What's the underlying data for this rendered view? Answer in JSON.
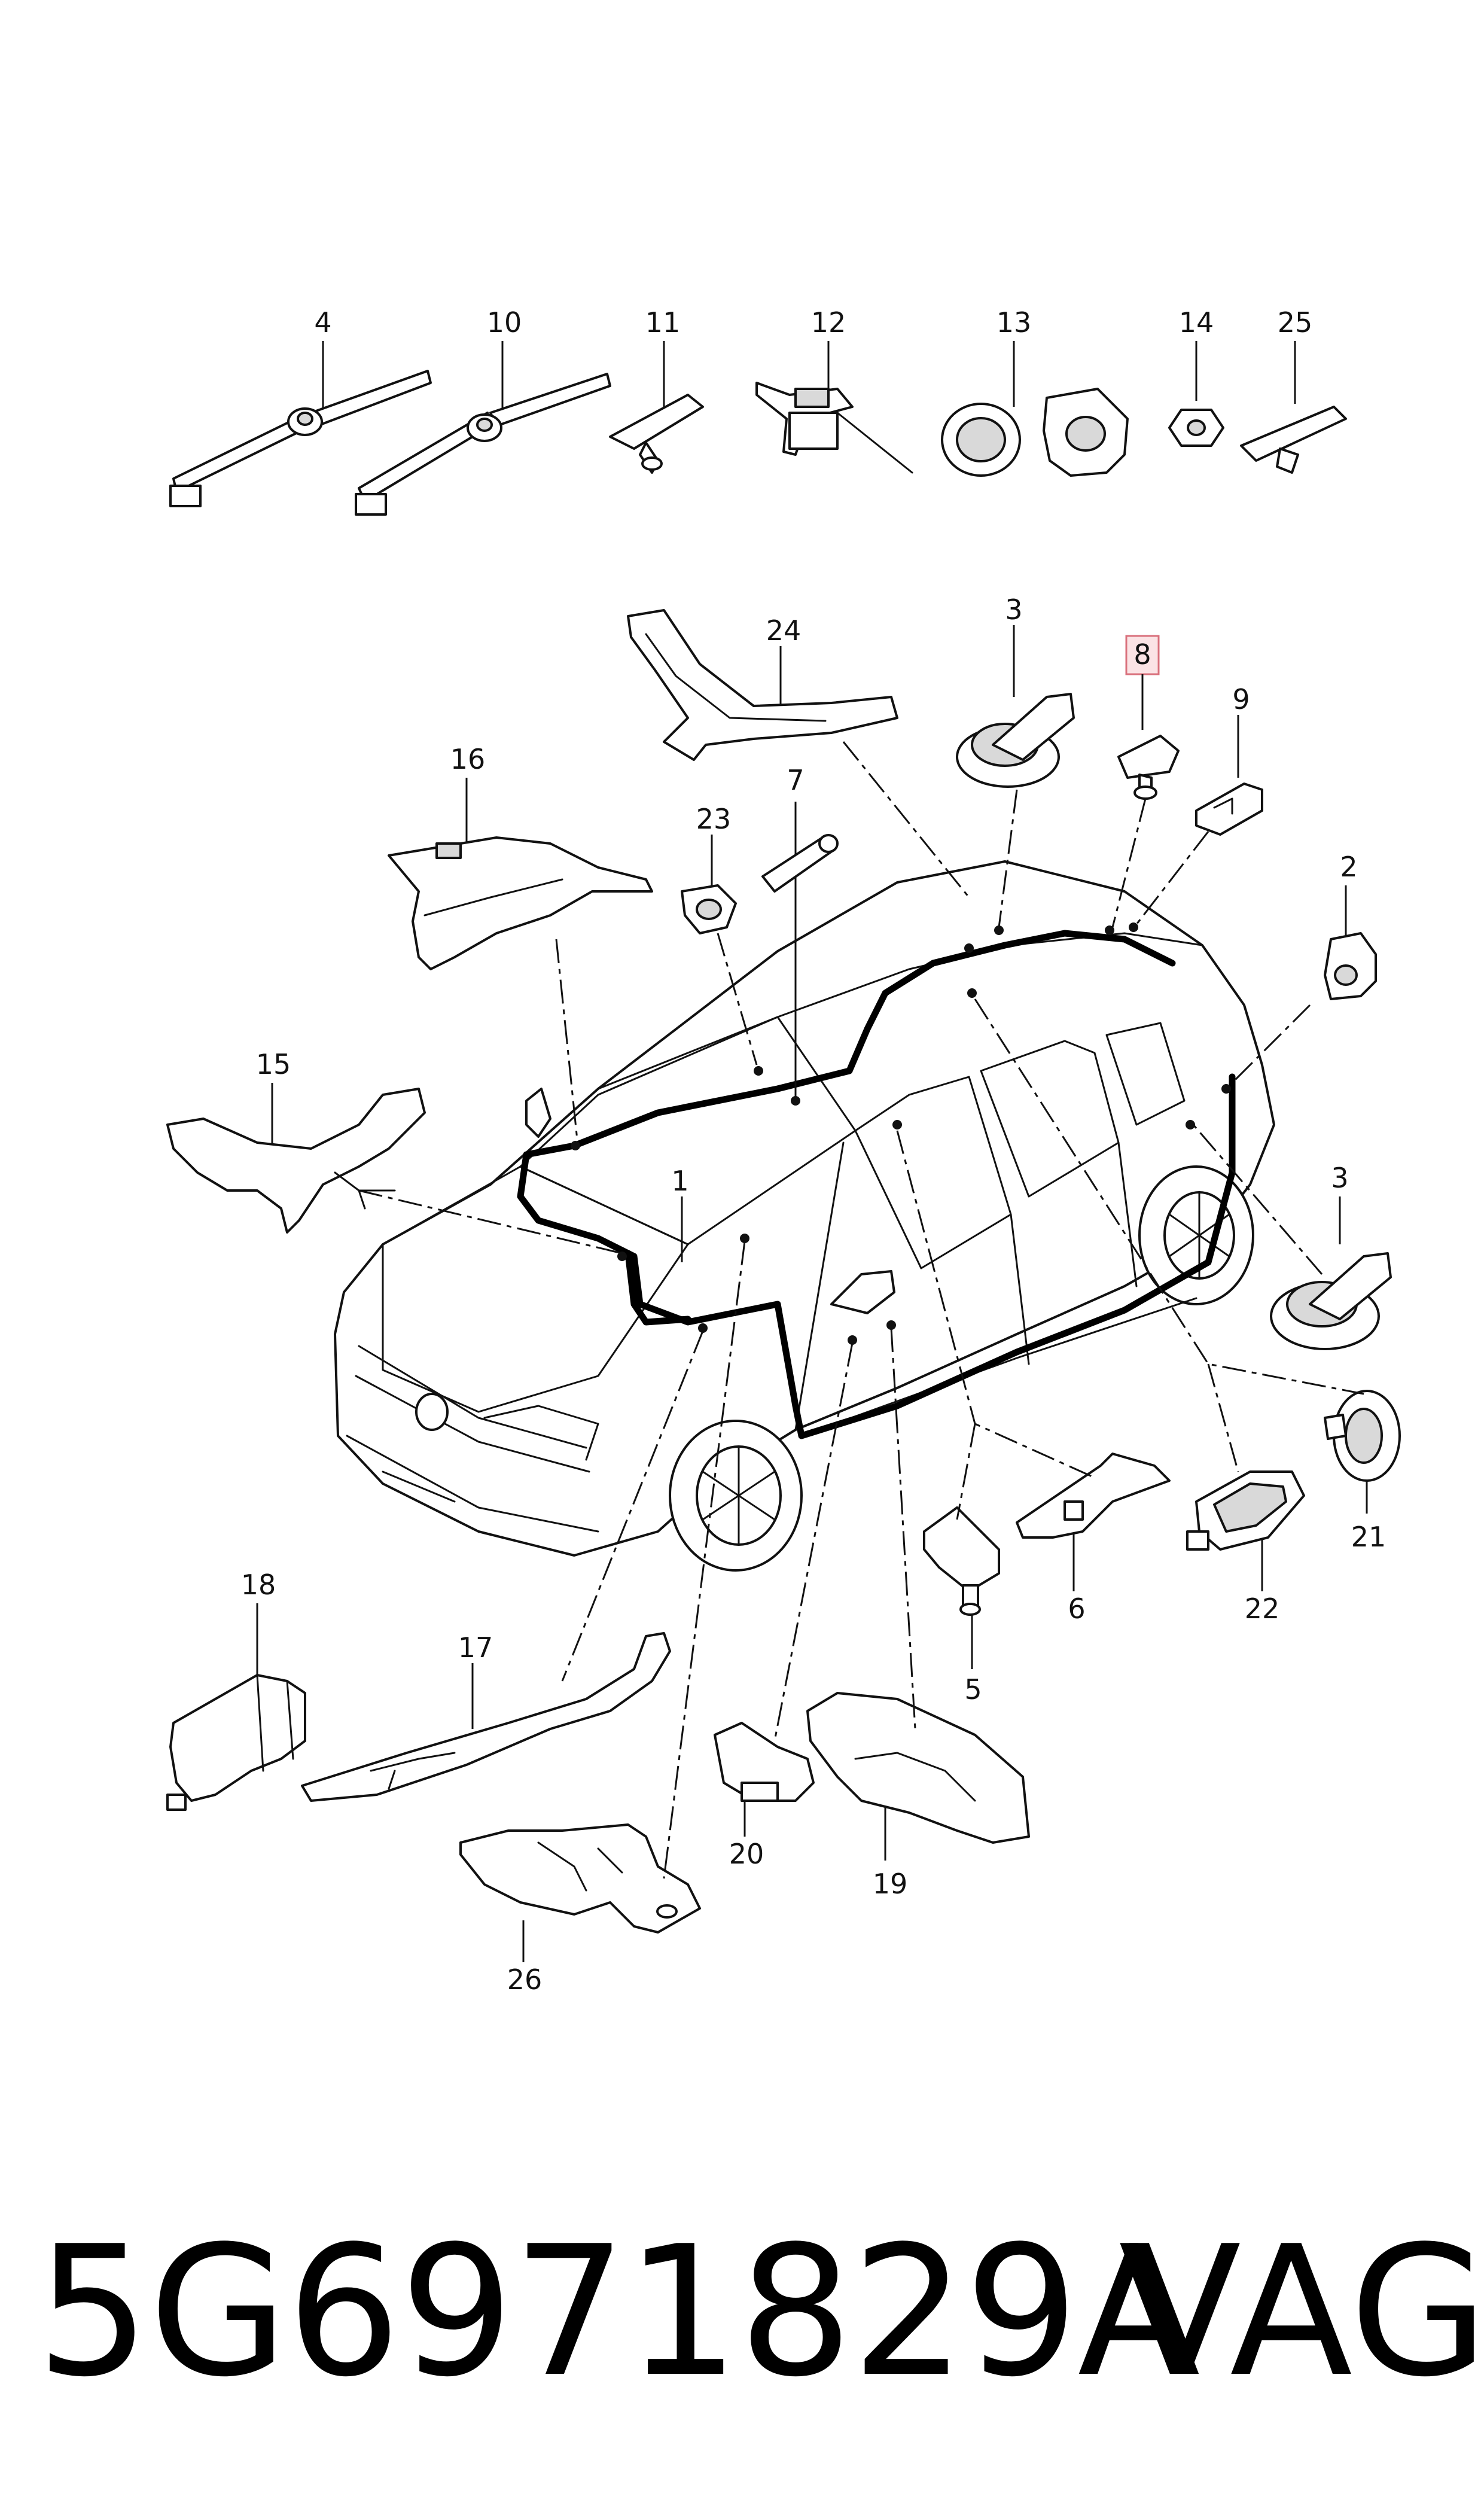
{
  "callouts": {
    "c1": "1",
    "c2": "2",
    "c3a": "3",
    "c3b": "3",
    "c4": "4",
    "c5": "5",
    "c6": "6",
    "c7": "7",
    "c8": "8",
    "c9": "9",
    "c10": "10",
    "c11": "11",
    "c12": "12",
    "c13": "13",
    "c14": "14",
    "c15": "15",
    "c16": "16",
    "c17": "17",
    "c18": "18",
    "c19": "19",
    "c20": "20",
    "c21": "21",
    "c22": "22",
    "c23": "23",
    "c24": "24",
    "c25": "25",
    "c26": "26"
  },
  "highlighted_callout": "8",
  "footer": {
    "part_number": "5G6971829A",
    "brand": "VAG"
  },
  "colors": {
    "highlight_fill": "#fbe3e5",
    "highlight_border": "#d9707c"
  }
}
